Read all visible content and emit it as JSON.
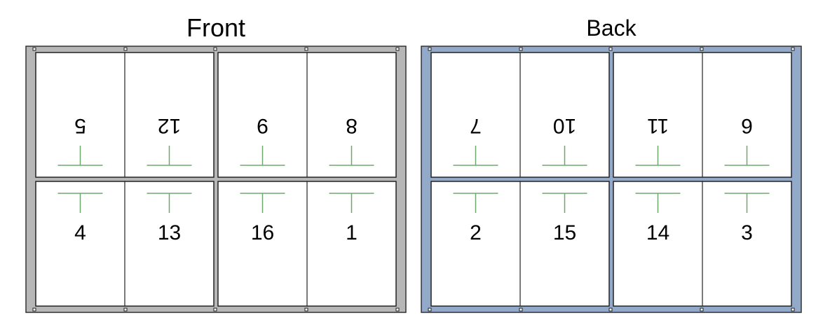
{
  "front": {
    "title": "Front",
    "frame_color": "#b7b7b7",
    "top_row": [
      "5",
      "12",
      "9",
      "8"
    ],
    "bottom_row": [
      "4",
      "13",
      "16",
      "1"
    ]
  },
  "back": {
    "title": "Back",
    "frame_color": "#92a9c9",
    "top_row": [
      "7",
      "10",
      "11",
      "6"
    ],
    "bottom_row": [
      "2",
      "15",
      "14",
      "3"
    ]
  },
  "marks_color": "#6fa86f"
}
